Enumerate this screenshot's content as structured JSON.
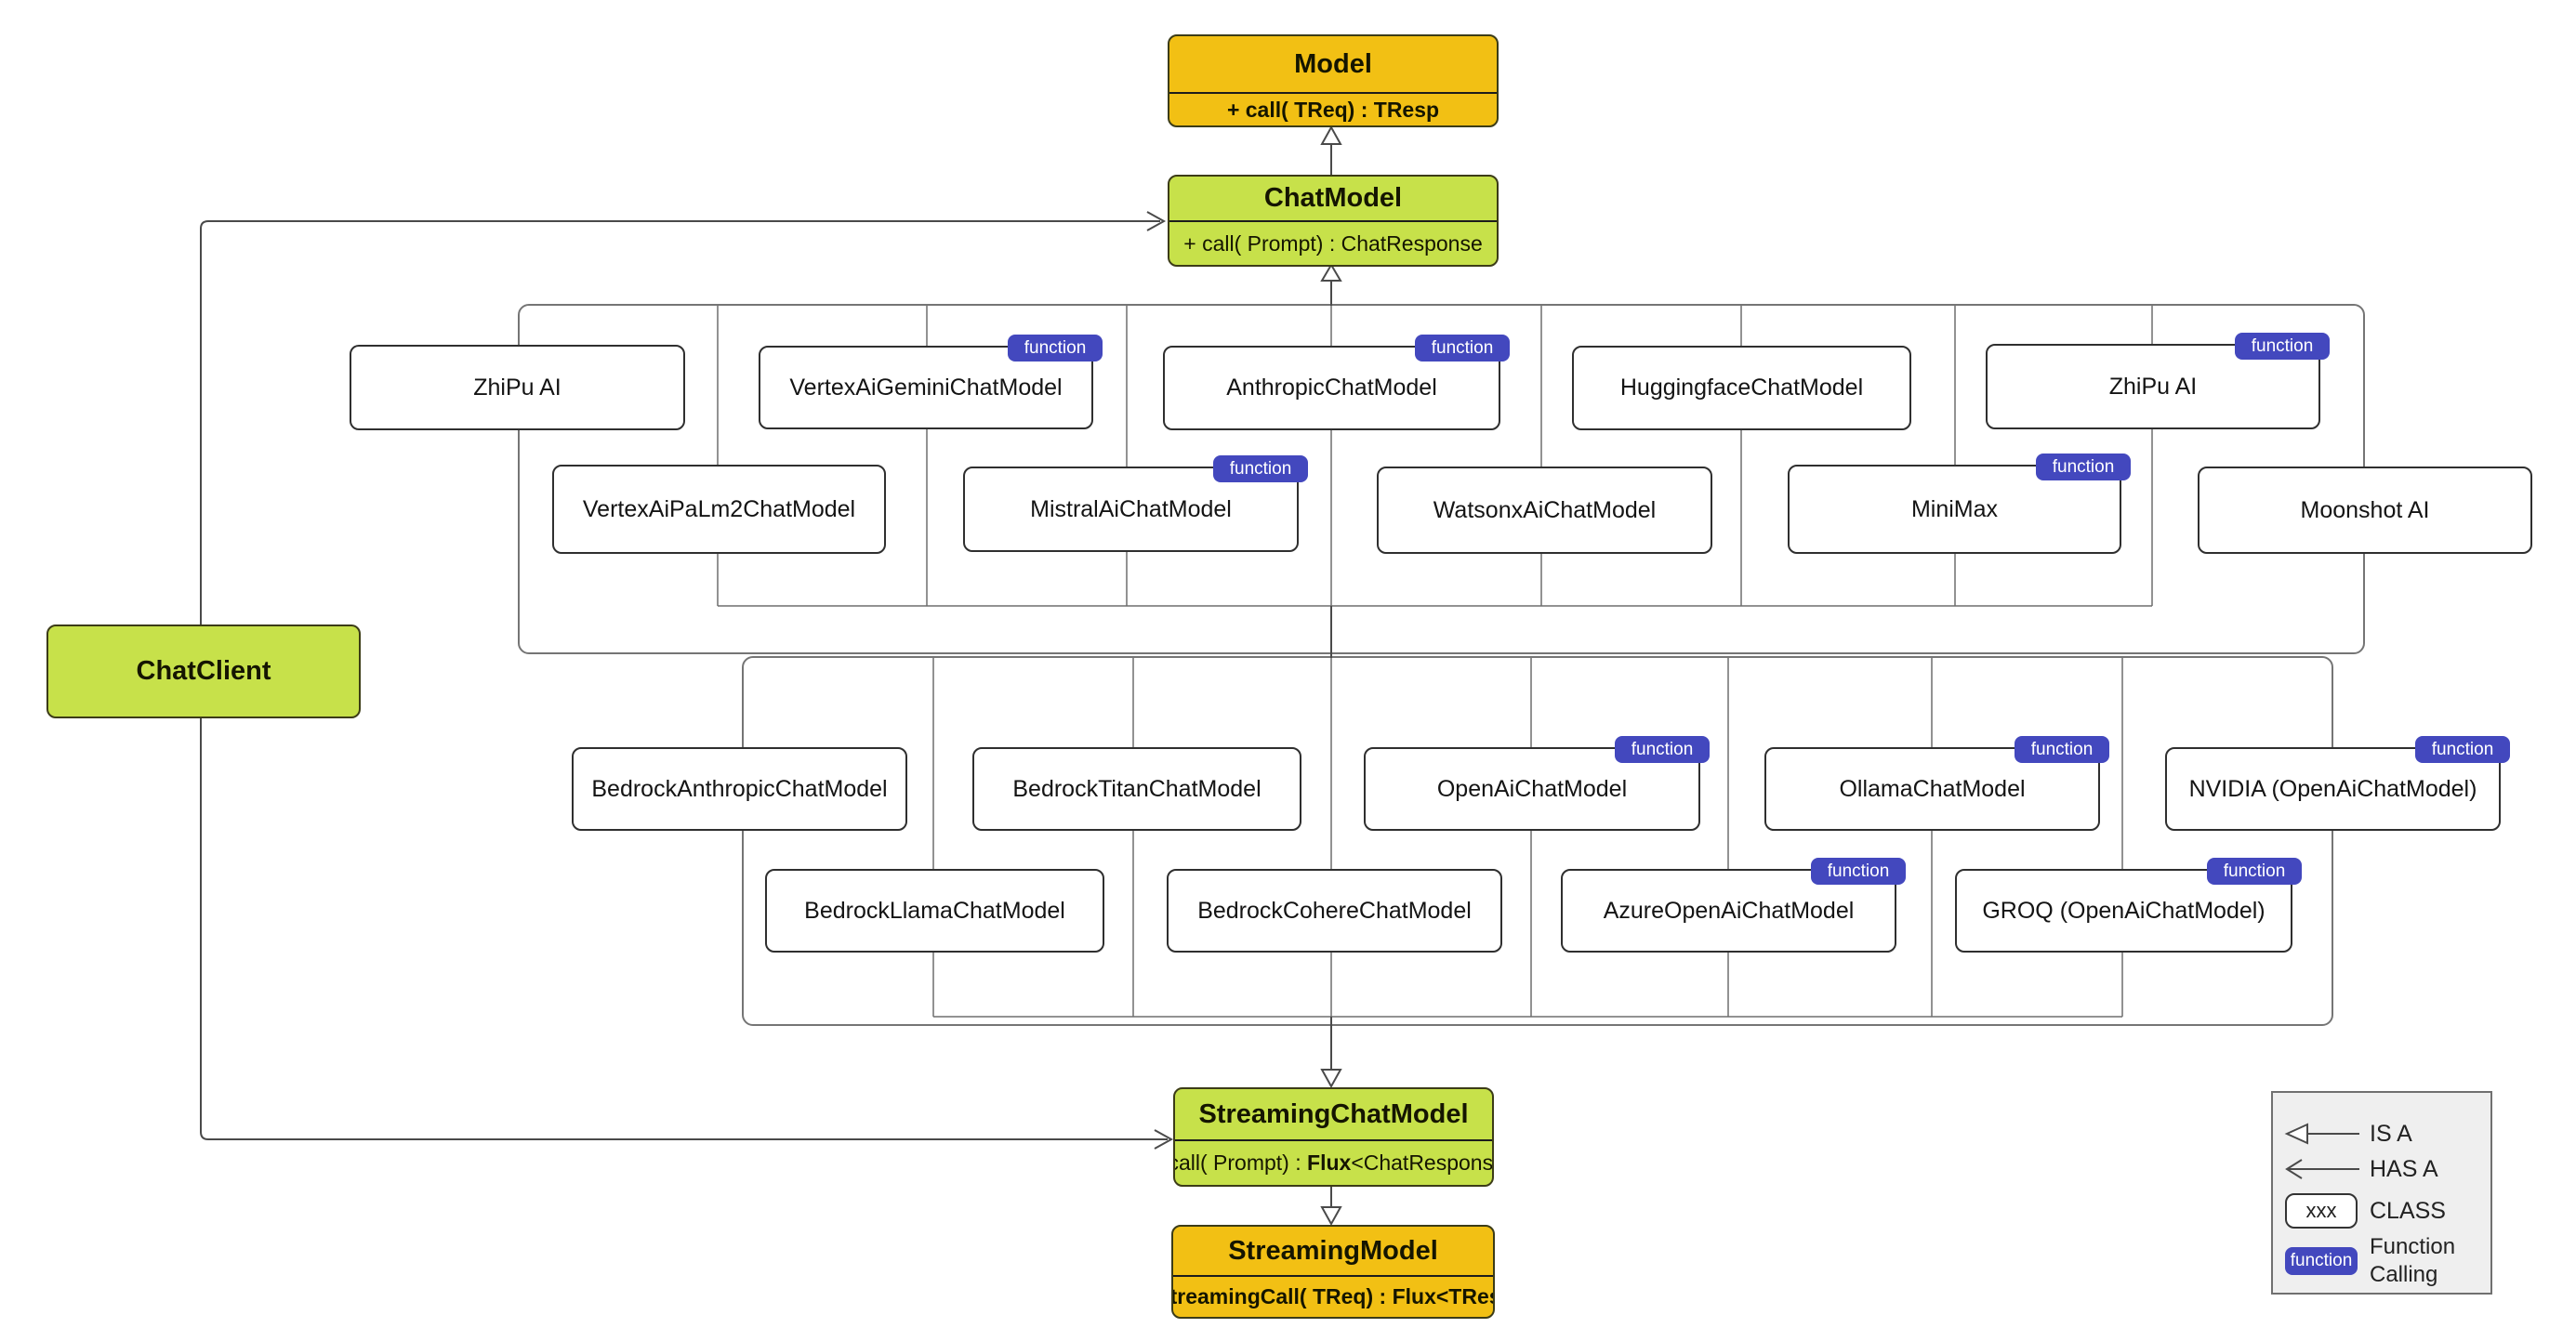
{
  "nodes": {
    "model": {
      "title": "Model",
      "method": "+ call( TReq) : TResp"
    },
    "chat_model": {
      "title": "ChatModel",
      "method": "+ call( Prompt) : ChatResponse"
    },
    "chat_client": {
      "title": "ChatClient"
    },
    "streaming_chat_model": {
      "title": "StreamingChatModel",
      "method_pre": "+ call( Prompt) : ",
      "method_bold": "Flux",
      "method_post": "<ChatResponse>"
    },
    "streaming_model": {
      "title": "StreamingModel",
      "method": "+ streamingCall( TReq) : Flux<TResp>"
    }
  },
  "function_badge": "function",
  "groups": [
    {
      "boxes": [
        {
          "label": "ZhiPu AI",
          "function": false
        },
        {
          "label": "VertexAiGeminiChatModel",
          "function": true
        },
        {
          "label": "AnthropicChatModel",
          "function": true
        },
        {
          "label": "HuggingfaceChatModel",
          "function": false
        },
        {
          "label": "ZhiPu AI",
          "function": true
        },
        {
          "label": "VertexAiPaLm2ChatModel",
          "function": false
        },
        {
          "label": "MistralAiChatModel",
          "function": true
        },
        {
          "label": "WatsonxAiChatModel",
          "function": false
        },
        {
          "label": "MiniMax",
          "function": true
        },
        {
          "label": "Moonshot AI",
          "function": false
        }
      ]
    },
    {
      "boxes": [
        {
          "label": "BedrockAnthropicChatModel",
          "function": false
        },
        {
          "label": "BedrockTitanChatModel",
          "function": false
        },
        {
          "label": "OpenAiChatModel",
          "function": true
        },
        {
          "label": "OllamaChatModel",
          "function": true
        },
        {
          "label": "NVIDIA (OpenAiChatModel)",
          "function": true
        },
        {
          "label": "BedrockLlamaChatModel",
          "function": false
        },
        {
          "label": "BedrockCohereChatModel",
          "function": false
        },
        {
          "label": "AzureOpenAiChatModel",
          "function": true
        },
        {
          "label": "GROQ (OpenAiChatModel)",
          "function": true
        }
      ]
    }
  ],
  "legend": {
    "is_a_label": "IS A",
    "has_a_label": "HAS A",
    "class_sample": "xxx",
    "class_label": "CLASS",
    "function_label": "Function Calling"
  },
  "colors": {
    "interface_orange": "#F2C014",
    "interface_green": "#C7E14A",
    "badge_purple": "#4348BE",
    "connector_gray": "#4A4A4A"
  }
}
